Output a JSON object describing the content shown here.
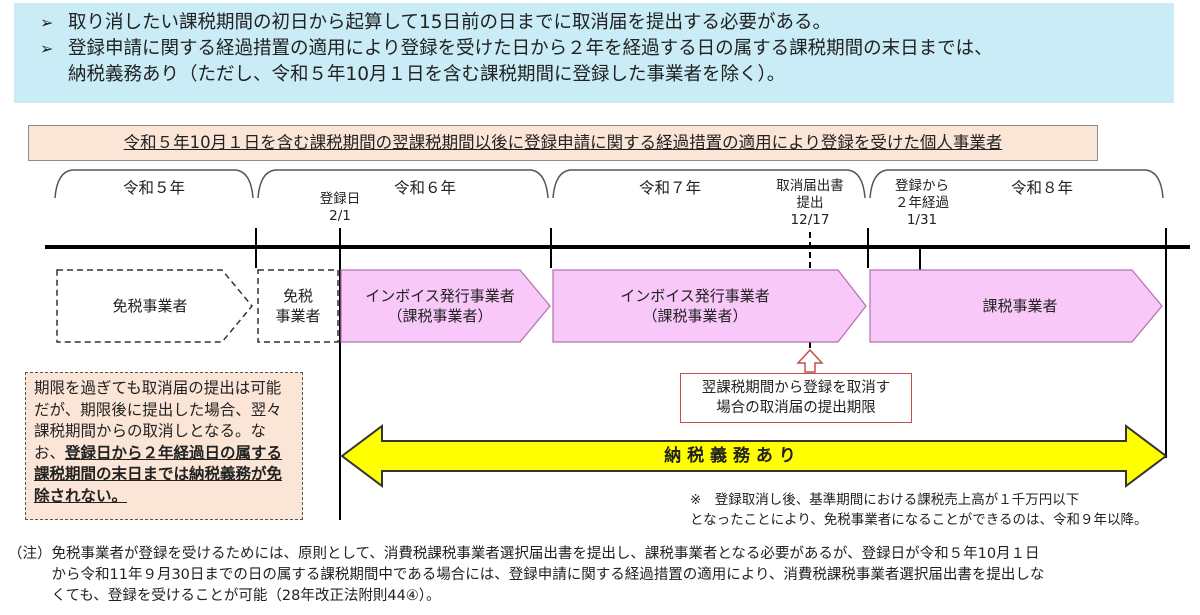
{
  "top_box": {
    "bullet_mark": "➢",
    "bullets": [
      {
        "lines": [
          "取り消したい課税期間の初日から起算して15日前の日までに取消届を提出する必要がある。"
        ]
      },
      {
        "lines": [
          "登録申請に関する経過措置の適用により登録を受けた日から２年を経過する日の属する課税期間の末日までは、",
          "納税義務あり（ただし、令和５年10月１日を含む課税期間に登録した事業者を除く）。"
        ]
      }
    ]
  },
  "scenario_title": "令和５年10月１日を含む課税期間の翌課税期間以後に登録申請に関する経過措置の適用により登録を受けた個人事業者",
  "years": [
    "令和５年",
    "令和６年",
    "令和７年",
    "令和８年"
  ],
  "annotations": {
    "registration": [
      "登録日",
      "2/1"
    ],
    "cancel_filed": [
      "取消届出書",
      "提出",
      "12/17"
    ],
    "two_years": [
      "登録から",
      "２年経過",
      "1/31"
    ]
  },
  "boxes": {
    "exempt_1": [
      "免税事業者"
    ],
    "exempt_2": [
      "免税",
      "事業者"
    ],
    "invoice_1": [
      "インボイス発行事業者",
      "（課税事業者）"
    ],
    "invoice_2": [
      "インボイス発行事業者",
      "（課税事業者）"
    ],
    "taxable": [
      "課税事業者"
    ]
  },
  "deadline_callout": [
    "翌課税期間から登録を取消す",
    "場合の取消届の提出期限"
  ],
  "tax_obligation": "納 税 義 務 あ り",
  "left_note": {
    "plain": "期限を過ぎても取消届の提出は可能だが、期限後に提出した場合、翌々課税期間からの取消しとなる。なお、",
    "bold": "登録日から２年経過日の属する課税期間の末日までは納税義務が免除されない。"
  },
  "asterisk_note": [
    "※　登録取消し後、基準期間における課税売上高が１千万円以下",
    "となったことにより、免税事業者になることができるのは、令和９年以降。"
  ],
  "footnote": [
    "（注）免税事業者が登録を受けるためには、原則として、消費税課税事業者選択届出書を提出し、課税事業者となる必要があるが、登録日が令和５年10月１日",
    "　　　から令和11年９月30日までの日の属する課税期間中である場合には、登録申請に関する経過措置の適用により、消費税課税事業者選択届出書を提出しな",
    "　　　くても、登録を受けることが可能（28年改正法附則44④）。"
  ],
  "colors": {
    "top_box_bg": "#c9ecf6",
    "banner_bg": "#fbe5d6",
    "invoice_fill": "#f8c8f8",
    "invoice_stroke": "#b070b0",
    "arrow_fill": "#ffff00",
    "arrow_stroke": "#333333",
    "callout_red": "#c0504d"
  }
}
